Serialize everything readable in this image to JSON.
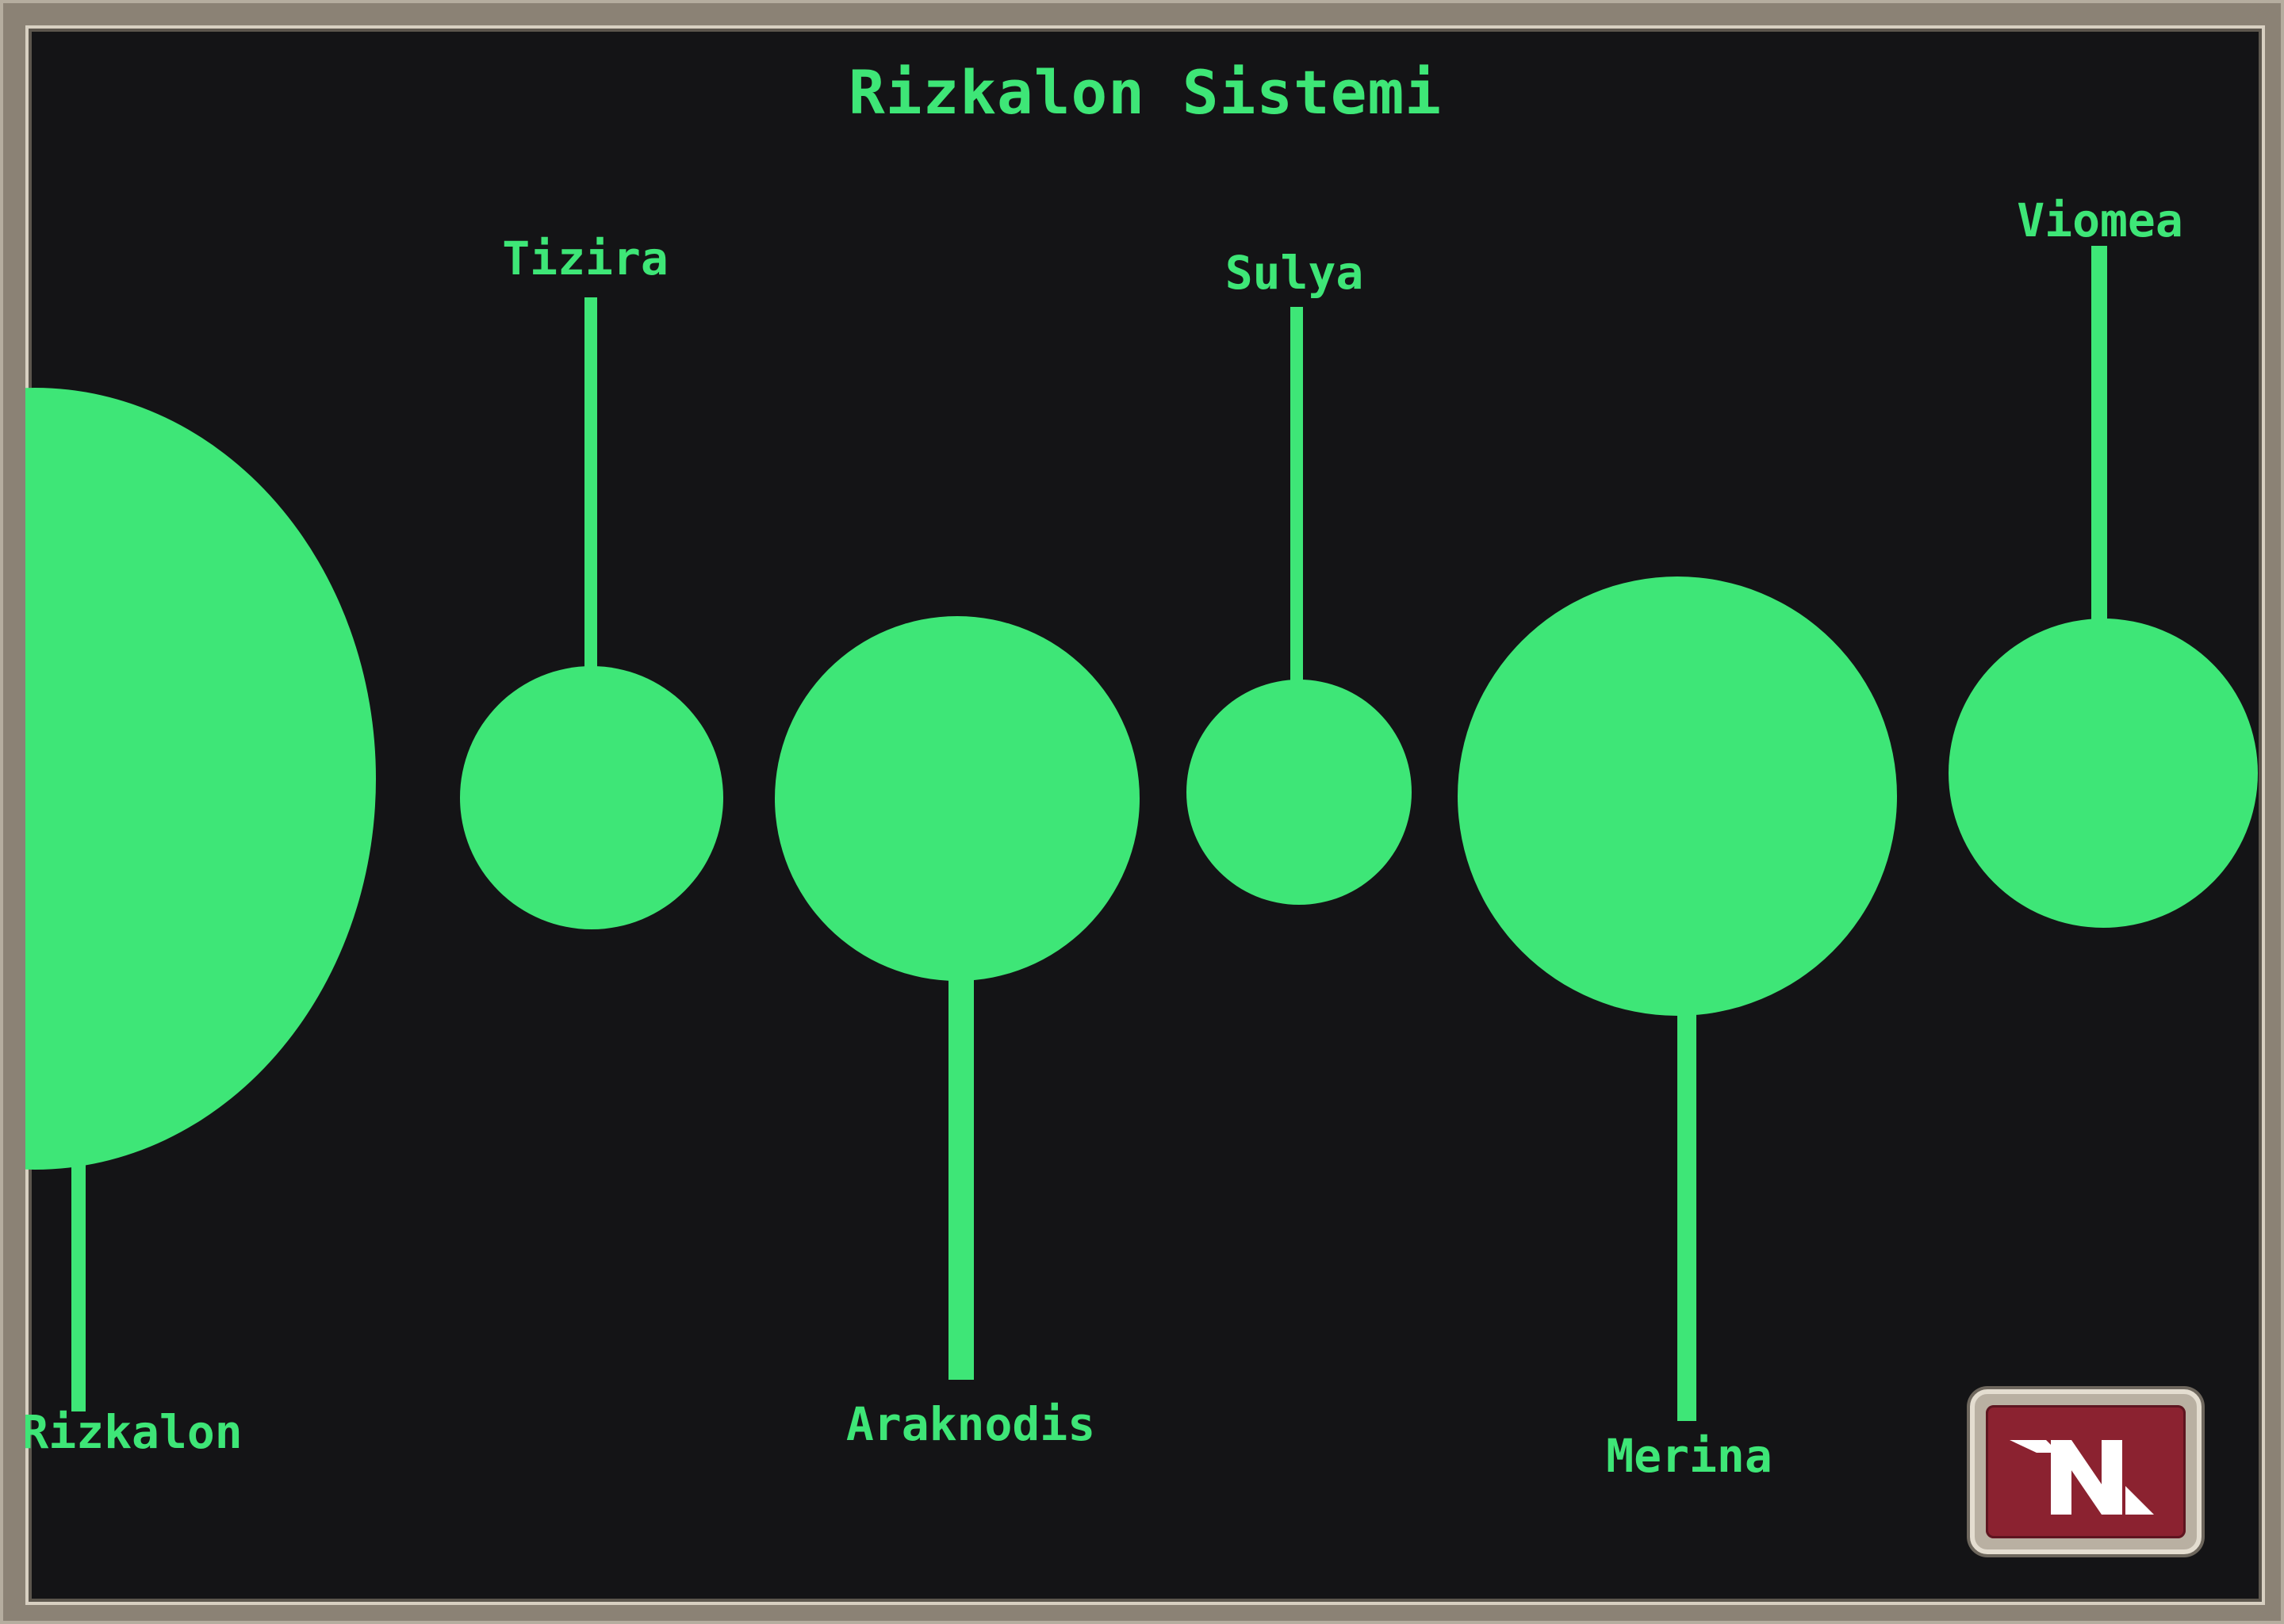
{
  "title": "Rizkalon Sistemi",
  "bodies": [
    {
      "id": "rizkalon",
      "label": "Rizkalon"
    },
    {
      "id": "tizira",
      "label": "Tizira"
    },
    {
      "id": "araknodis",
      "label": "Araknodis"
    },
    {
      "id": "sulya",
      "label": "Sulya"
    },
    {
      "id": "merina",
      "label": "Merina"
    },
    {
      "id": "viomea",
      "label": "Viomea"
    }
  ],
  "logo": {
    "mark": "N",
    "icon": "n-logo-icon"
  },
  "colors": {
    "foreground": "#3ee677",
    "background": "#141416",
    "frame": "#8b8275",
    "logo_plate": "#8b2230",
    "logo_mark": "#ffffff"
  }
}
